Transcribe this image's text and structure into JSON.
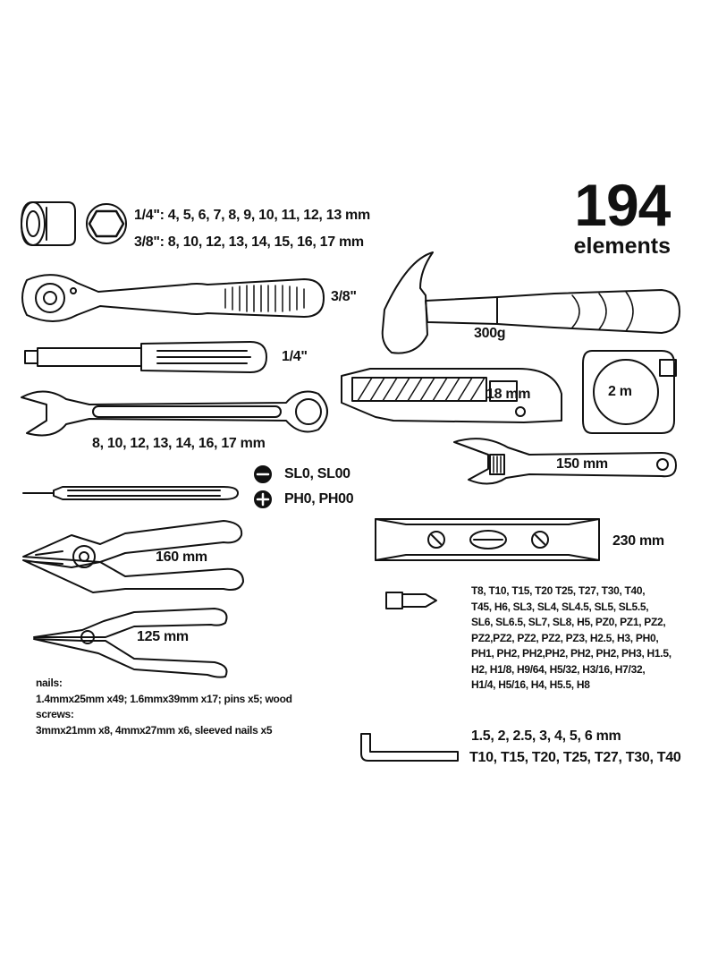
{
  "headline": {
    "count": "194",
    "word": "elements"
  },
  "sockets": {
    "line1": "1/4\": 4, 5, 6, 7, 8, 9, 10, 11, 12, 13 mm",
    "line2": "3/8\": 8, 10, 12, 13, 14, 15, 16, 17 mm"
  },
  "ratchet": {
    "label": "3/8\""
  },
  "extension": {
    "label": "1/4\""
  },
  "wrenches": {
    "label": "8, 10, 12, 13, 14, 16, 17 mm"
  },
  "screwdriver": {
    "slotted": "SL0, SL00",
    "phillips": "PH0, PH00"
  },
  "pliers": {
    "label": "160 mm"
  },
  "long_nose_pliers": {
    "label": "125 mm"
  },
  "nails": {
    "heading": "nails:",
    "line1": "1.4mmx25mm x49; 1.6mmx39mm x17; pins x5; wood screws:",
    "line2": "3mmx21mm x8, 4mmx27mm x6, sleeved nails x5"
  },
  "hammer": {
    "label": "300g"
  },
  "cutter": {
    "label": "18 mm"
  },
  "tape": {
    "label": "2 m"
  },
  "adjustable_wrench": {
    "label": "150 mm"
  },
  "level": {
    "label": "230 mm"
  },
  "bits": {
    "lines": [
      "T8, T10, T15, T20 T25, T27, T30, T40,",
      "T45, H6, SL3, SL4, SL4.5, SL5, SL5.5,",
      "SL6, SL6.5, SL7, SL8, H5, PZ0, PZ1, PZ2,",
      "PZ2,PZ2, PZ2, PZ2, PZ3, H2.5, H3, PH0,",
      "PH1, PH2, PH2,PH2, PH2, PH2, PH3, H1.5,",
      "H2, H1/8, H9/64, H5/32, H3/16, H7/32,",
      "H1/4, H5/16, H4, H5.5, H8"
    ]
  },
  "hex_keys": {
    "line1": "1.5, 2, 2.5, 3, 4, 5, 6 mm",
    "line2": "T10, T15, T20, T25, T27, T30, T40"
  }
}
